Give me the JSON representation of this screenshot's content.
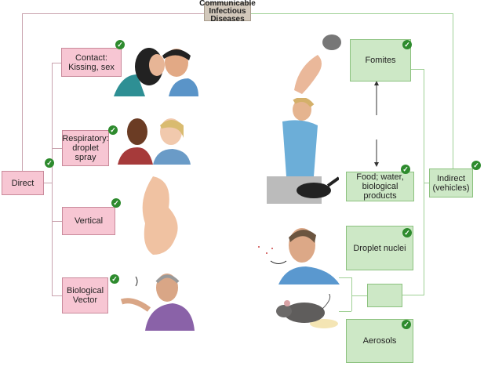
{
  "title": "Communicable Infectious Diseases",
  "direct": {
    "label": "Direct",
    "items": [
      "Contact: Kissing, sex",
      "Respiratory: droplet spray",
      "Vertical",
      "Biological Vector"
    ]
  },
  "indirect": {
    "label": "Indirect (vehicles)",
    "items": [
      "Fomites",
      "Food; water, biological products",
      "Droplet nuclei",
      "",
      "Aerosols"
    ]
  },
  "icons": {
    "check": "check-circle-icon"
  },
  "colors": {
    "direct": "#f7c6d3",
    "indirect": "#cde8c6",
    "title": "#d2c8bb",
    "check": "#2e8b2e"
  }
}
